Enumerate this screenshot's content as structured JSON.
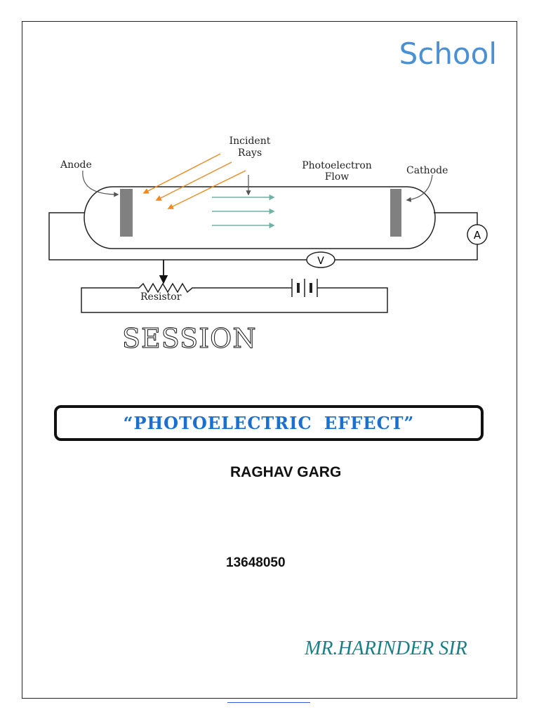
{
  "header": {
    "school": "School"
  },
  "diagram": {
    "incident_rays_line1": "Incident",
    "incident_rays_line2": "Rays",
    "photoelectron_line1": "Photoelectron",
    "photoelectron_line2": "Flow",
    "anode": "Anode",
    "cathode": "Cathode",
    "ammeter": "A",
    "voltmeter": "V",
    "resistor": "Resistor",
    "colors": {
      "rays": "#f08a1e",
      "flow": "#6fb3a4",
      "electrodes": "#808080",
      "wire": "#222222"
    }
  },
  "session": {
    "label": "SESSION"
  },
  "title": {
    "text": "“PHOTOELECTRIC  EFFECT”"
  },
  "student": {
    "name": "RAGHAV GARG",
    "roll": "13648050"
  },
  "teacher": {
    "name": "MR.HARINDER SIR"
  }
}
